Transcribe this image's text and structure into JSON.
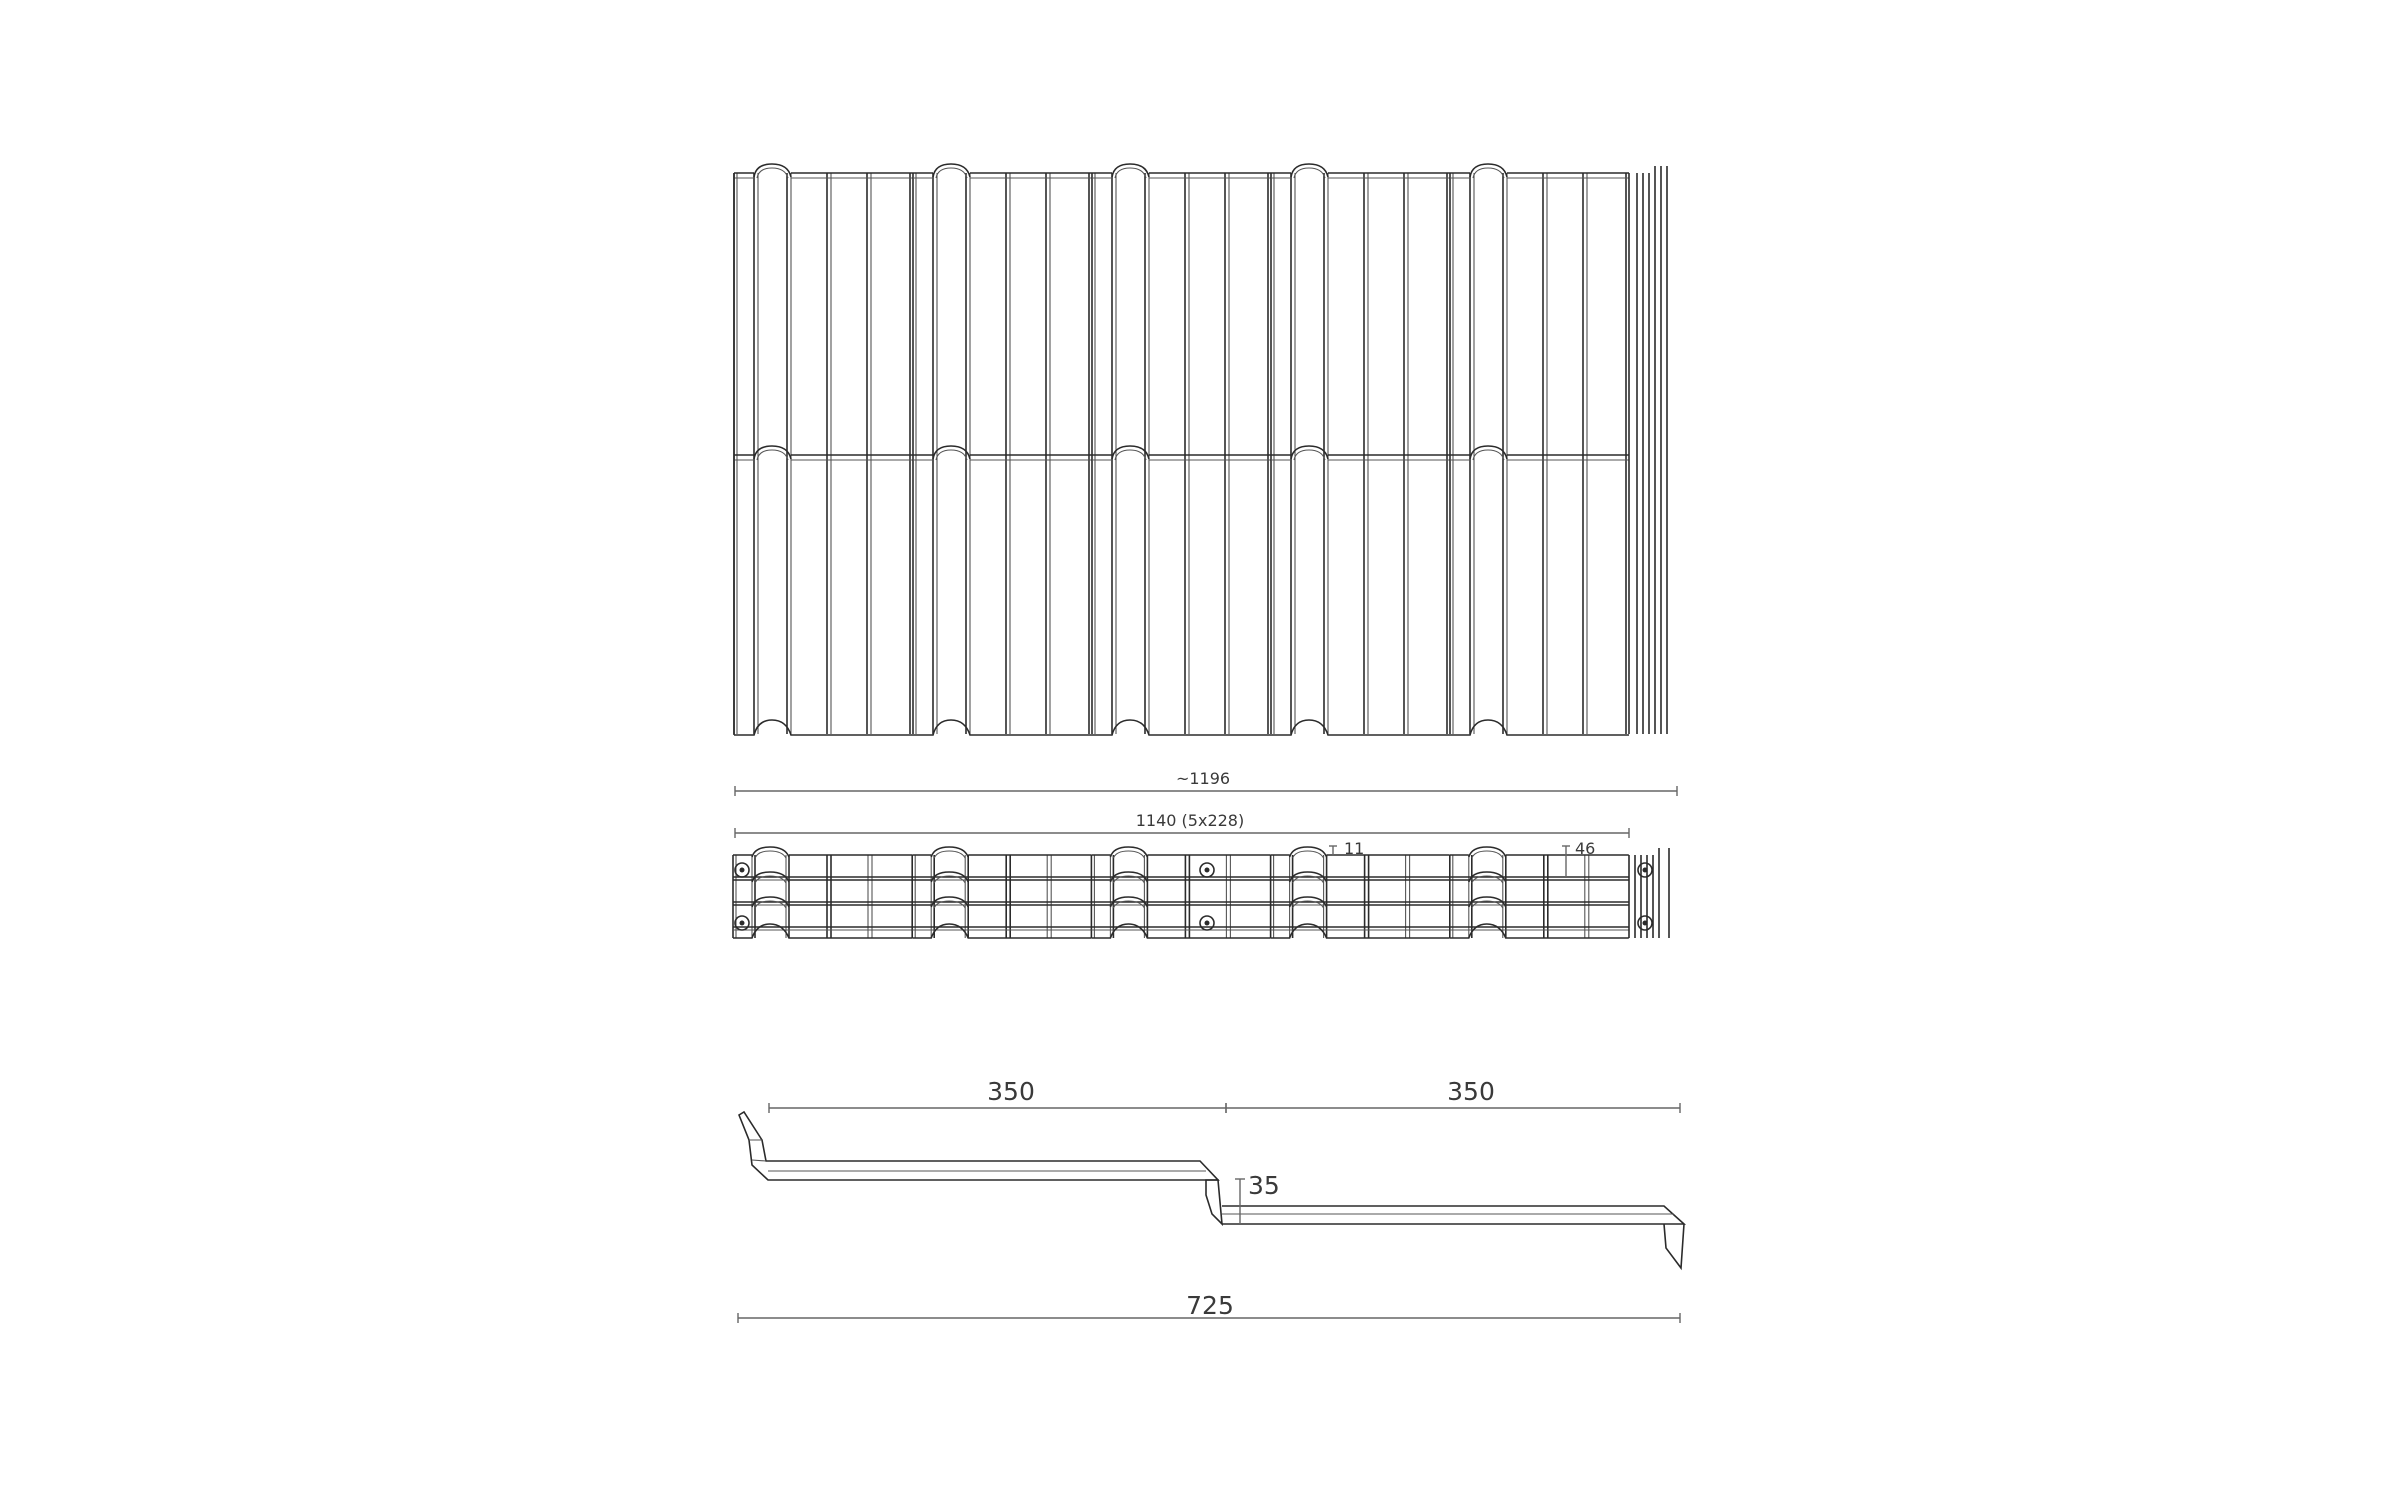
{
  "drawing": {
    "top_view": {
      "module_count": 5,
      "rows": 2
    },
    "layout_view": {
      "overall_width_label": "~1196",
      "covering_width_label": "1140 (5x228)",
      "rib_height_label": "11",
      "rib_spacing_label": "46"
    },
    "profile_view": {
      "length_1_label": "350",
      "length_2_label": "350",
      "step_label": "35",
      "total_length_label": "725"
    },
    "colors": {
      "line": "#2b2b2b",
      "dimension": "#666666",
      "background": "#ffffff"
    }
  }
}
